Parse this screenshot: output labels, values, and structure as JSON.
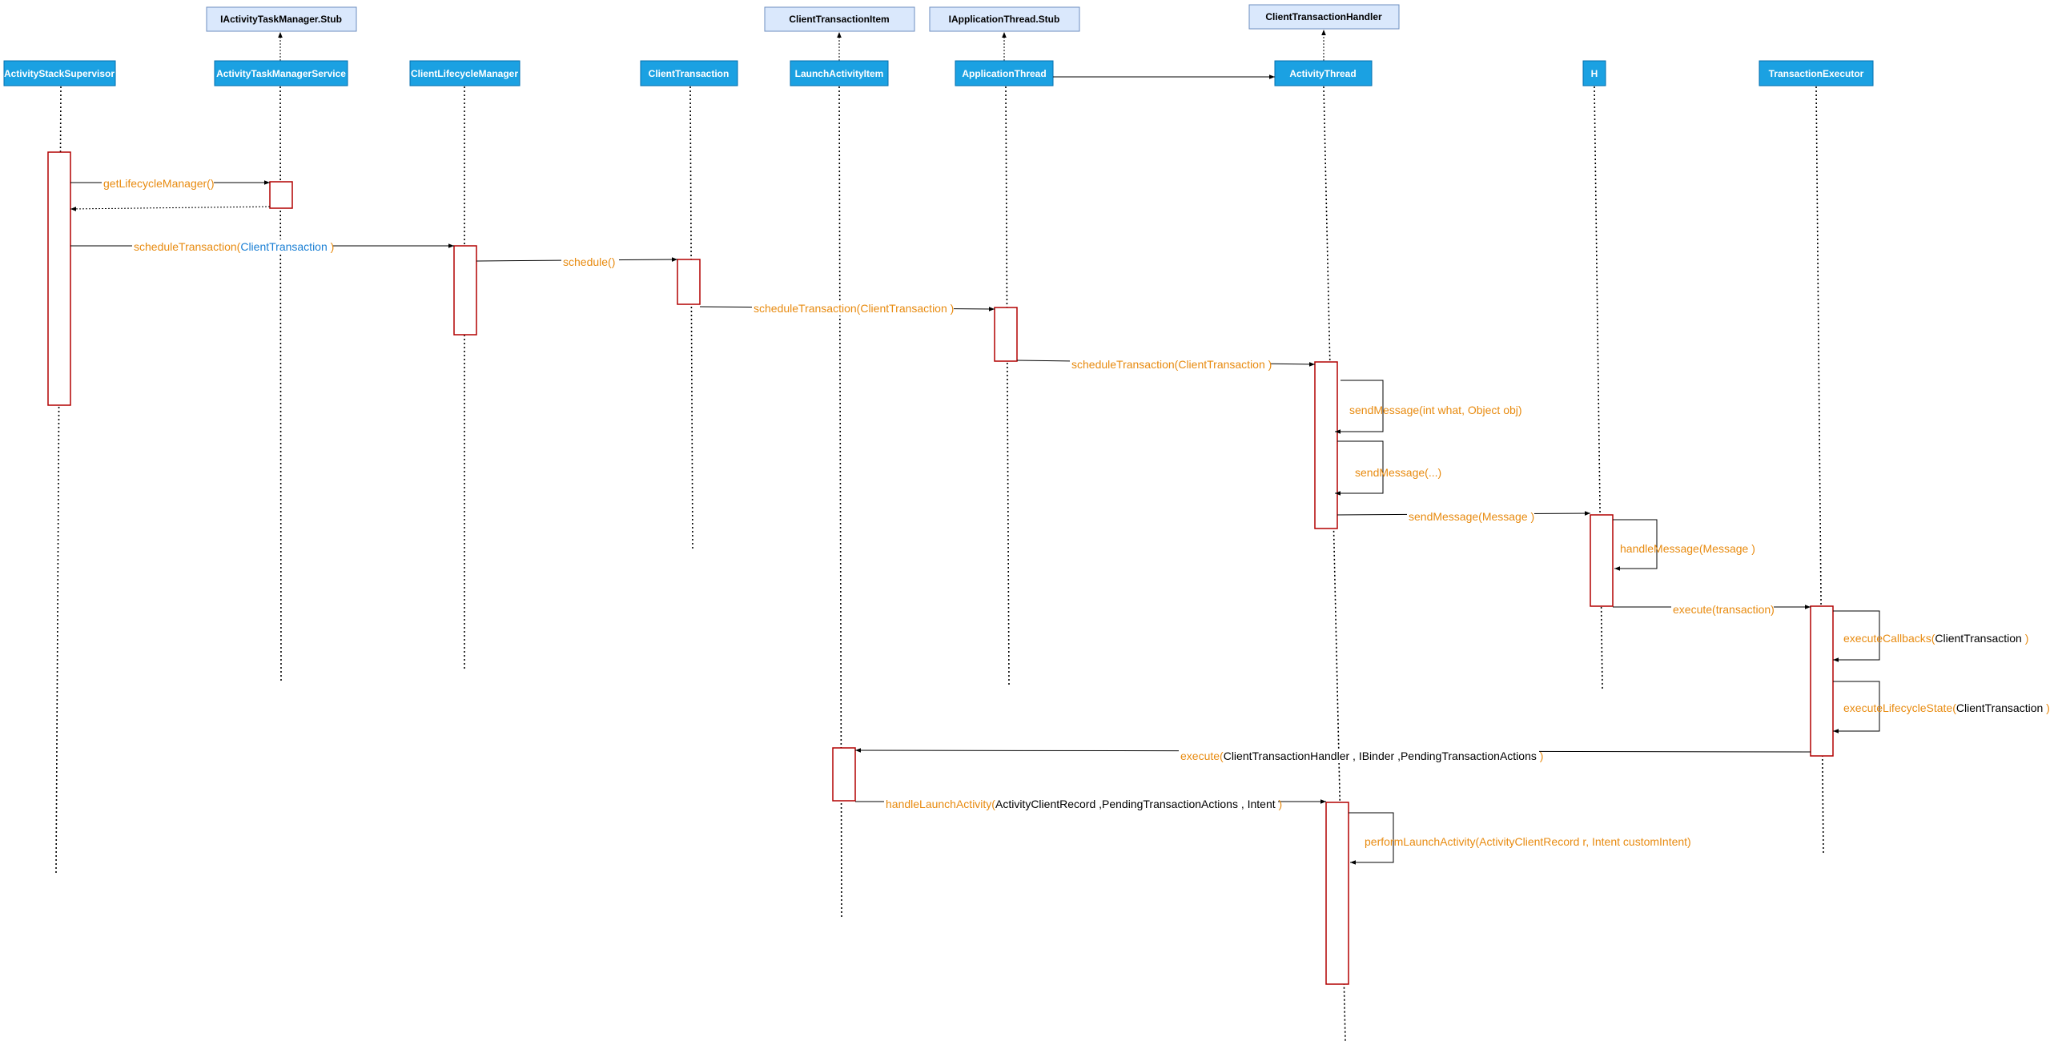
{
  "colors": {
    "actor_fill": "#1ba1e2",
    "interface_fill": "#dae8fc",
    "activation_border": "#b20000",
    "method_label": "#e88b10",
    "type_label_blue": "#1a7fd4",
    "param_label": "#000000"
  },
  "interfaces": {
    "activity_task_manager_stub": "IActivityTaskManager.Stub",
    "client_transaction_item": "ClientTransactionItem",
    "application_thread_stub": "IApplicationThread.Stub",
    "client_transaction_handler": "ClientTransactionHandler"
  },
  "actors": {
    "activity_stack_supervisor": "ActivityStackSupervisor",
    "activity_task_manager_service": "ActivityTaskManagerService",
    "client_lifecycle_manager": "ClientLifecycleManager",
    "client_transaction": "ClientTransaction",
    "launch_activity_item": "LaunchActivityItem",
    "application_thread": "ApplicationThread",
    "activity_thread": "ActivityThread",
    "h": "H",
    "transaction_executor": "TransactionExecutor"
  },
  "messages": {
    "get_lifecycle_manager": "getLifecycleManager()",
    "schedule_transaction_1_method": "scheduleTransaction(",
    "schedule_transaction_1_type": "ClientTransaction ",
    "schedule_transaction_1_end": ")",
    "schedule": "schedule()",
    "schedule_transaction_2": "scheduleTransaction(ClientTransaction )",
    "schedule_transaction_3": "scheduleTransaction(ClientTransaction )",
    "send_message_1": "sendMessage(int what, Object obj)",
    "send_message_2": "sendMessage(...)",
    "send_message_3": "sendMessage(Message )",
    "handle_message": "handleMessage(Message )",
    "execute_transaction": "execute(transaction)",
    "execute_callbacks_method": "executeCallbacks(",
    "execute_callbacks_param": "ClientTransaction",
    "execute_callbacks_end": " )",
    "execute_lifecycle_state_method": "executeLifecycleState(",
    "execute_lifecycle_state_param": "ClientTransaction",
    "execute_lifecycle_state_end": " )",
    "execute_method": "execute(",
    "execute_params": "ClientTransactionHandler , IBinder ,PendingTransactionActions",
    "execute_end": " )",
    "handle_launch_activity_method": "handleLaunchActivity(",
    "handle_launch_activity_params": "ActivityClientRecord ,PendingTransactionActions , Intent ",
    "handle_launch_activity_end": ")",
    "perform_launch_activity": "performLaunchActivity(ActivityClientRecord r, Intent customIntent)"
  }
}
